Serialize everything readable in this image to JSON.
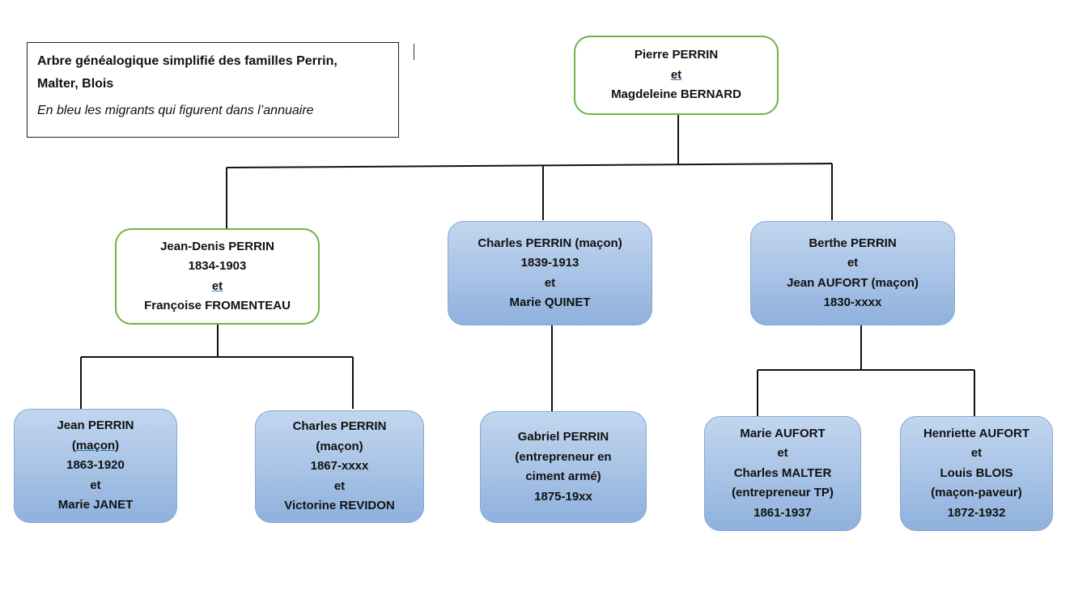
{
  "legend": {
    "title_line1": "Arbre généalogique simplifié des familles Perrin,",
    "title_line2": "Malter, Blois",
    "subtitle": "En bleu les migrants qui figurent dans l’annuaire"
  },
  "colors": {
    "green_border": "#6fb24a",
    "blue_fill": "#a9c4e6",
    "line": "#111111"
  },
  "root": {
    "lines": [
      "Pierre PERRIN",
      "et",
      "Magdeleine BERNARD"
    ]
  },
  "gen2": {
    "jean_denis": [
      "Jean-Denis PERRIN",
      "1834-1903",
      "et",
      "Françoise FROMENTEAU"
    ],
    "charles": [
      "Charles PERRIN (maçon)",
      "1839-1913",
      "et",
      "Marie QUINET"
    ],
    "berthe": [
      "Berthe PERRIN",
      "et",
      "Jean AUFORT (maçon)",
      "1830-xxxx"
    ]
  },
  "gen3": {
    "jean": [
      "Jean PERRIN",
      "(maçon)",
      "1863-1920",
      "et",
      "Marie JANET"
    ],
    "charles_jr": [
      "Charles PERRIN",
      "(maçon)",
      "1867-xxxx",
      "et",
      "Victorine REVIDON"
    ],
    "gabriel": [
      "Gabriel PERRIN",
      "(entrepreneur en",
      "ciment armé)",
      "1875-19xx"
    ],
    "marie": [
      "Marie AUFORT",
      "et",
      "Charles MALTER",
      "(entrepreneur TP)",
      "1861-1937"
    ],
    "henriette": [
      "Henriette AUFORT",
      "et",
      "Louis BLOIS",
      "(maçon-paveur)",
      "1872-1932"
    ]
  }
}
